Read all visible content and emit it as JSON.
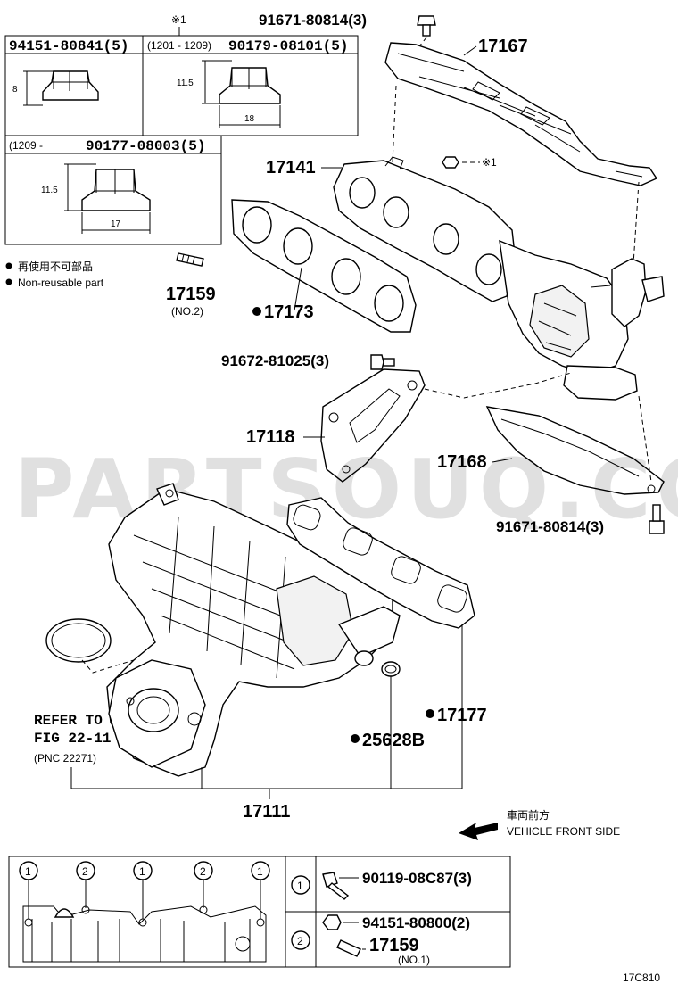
{
  "callouts": {
    "note_mark": "※1",
    "p_94151_80841": "94151-80841(5)",
    "p_90179_range": "(1201 - 1209)",
    "p_90179_08101": "90179-08101(5)",
    "p_90177_range": "(1209 -",
    "p_90177_08003": "90177-08003(5)",
    "dim_8": "8",
    "dim_11_5": "11.5",
    "dim_18": "18",
    "dim_11_5_b": "11.5",
    "dim_17": "17",
    "p_91671_top": "91671-80814(3)",
    "p_17167": "17167",
    "p_17141": "17141",
    "mark_note_1": "※1",
    "p_17159_no2": "17159",
    "no2": "(NO.2)",
    "p_17173": "17173",
    "p_91672": "91672-81025(3)",
    "p_17118": "17118",
    "p_17168": "17168",
    "p_91671_bottom": "91671-80814(3)",
    "refer_line1": "REFER TO",
    "refer_line2": "FIG 22-11",
    "refer_line3": "(PNC 22271)",
    "p_17177": "17177",
    "p_25628b": "25628B",
    "p_17111": "17111",
    "front_jp": "車両前方",
    "front_en": "VEHICLE FRONT SIDE"
  },
  "legend": {
    "jp": "再使用不可部品",
    "en": "Non-reusable part"
  },
  "watermark": "PARTSOUQ.COM",
  "bolt_table": {
    "circle_1": "1",
    "circle_2": "2",
    "p_90119": "90119-08C87(3)",
    "p_94151_80800": "94151-80800(2)",
    "p_17159_no1": "17159",
    "no1": "(NO.1)"
  },
  "bolt_pattern": [
    "1",
    "2",
    "1",
    "2",
    "1"
  ],
  "figure_id": "17C810"
}
